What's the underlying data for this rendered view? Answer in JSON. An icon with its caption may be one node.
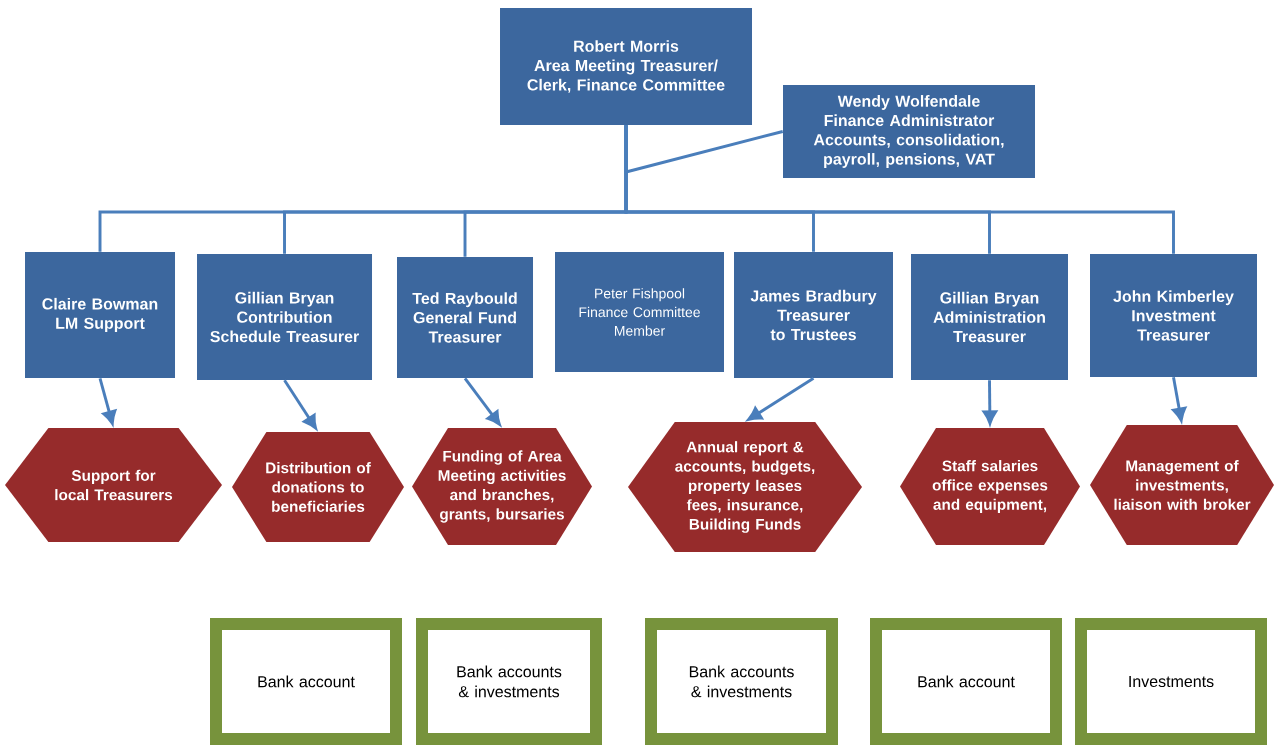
{
  "diagram": {
    "nodes": [
      {
        "text": [
          "Robert Morris",
          "Area Meeting Treasurer/ Clerk, Finance Committee"
        ]
      },
      {
        "text": [
          "Wendy Wolfendale",
          "Finance Administrator",
          "Accounts, consolidation, payroll, pensions, VAT"
        ]
      },
      {
        "text": [
          "Claire Bowman",
          "LM Support"
        ]
      },
      {
        "text": [
          "Gillian Bryan",
          "Contribution Schedule Treasurer"
        ]
      },
      {
        "text": [
          "Ted Raybould",
          "General Fund Treasurer"
        ]
      },
      {
        "text": [
          "Peter Fishpool",
          "Finance Committee Member"
        ]
      },
      {
        "text": [
          "James Bradbury",
          "Treasurer to Trustees"
        ]
      },
      {
        "text": [
          "Gillian Bryan",
          "Administration Treasurer"
        ]
      },
      {
        "text": [
          "John Kimberley",
          "Investment Treasurer"
        ]
      },
      {
        "text": [
          "Support for local Treasurers"
        ]
      },
      {
        "text": [
          "Distribution of donations to beneficiaries"
        ]
      },
      {
        "text": [
          "Funding of Area Meeting activities and branches, grants, bursaries"
        ]
      },
      {
        "text": [
          "Annual report & accounts, budgets, property leases fees, insurance, Building Funds"
        ]
      },
      {
        "text": [
          "Staff salaries office expenses and equipment,"
        ]
      },
      {
        "text": [
          "Management of investments, liaison with broker"
        ]
      },
      {
        "text": [
          "Bank account"
        ]
      },
      {
        "text": [
          "Bank accounts & investments"
        ]
      },
      {
        "text": [
          "Bank accounts & investments"
        ]
      },
      {
        "text": [
          "Bank account"
        ]
      },
      {
        "text": [
          "Investments"
        ]
      }
    ],
    "edges": [
      {
        "from": 1,
        "to": 0,
        "arrow": "none"
      },
      {
        "from": 0,
        "to": 2,
        "arrow": "none"
      },
      {
        "from": 0,
        "to": 3,
        "arrow": "none"
      },
      {
        "from": 0,
        "to": 4,
        "arrow": "none"
      },
      {
        "from": 0,
        "to": 6,
        "arrow": "none"
      },
      {
        "from": 0,
        "to": 7,
        "arrow": "none"
      },
      {
        "from": 0,
        "to": 8,
        "arrow": "none"
      },
      {
        "from": 2,
        "to": 9,
        "arrow": "to"
      },
      {
        "from": 3,
        "to": 10,
        "arrow": "to"
      },
      {
        "from": 4,
        "to": 11,
        "arrow": "to"
      },
      {
        "from": 6,
        "to": 12,
        "arrow": "to"
      },
      {
        "from": 7,
        "to": 13,
        "arrow": "to"
      },
      {
        "from": 8,
        "to": 14,
        "arrow": "to"
      }
    ]
  }
}
